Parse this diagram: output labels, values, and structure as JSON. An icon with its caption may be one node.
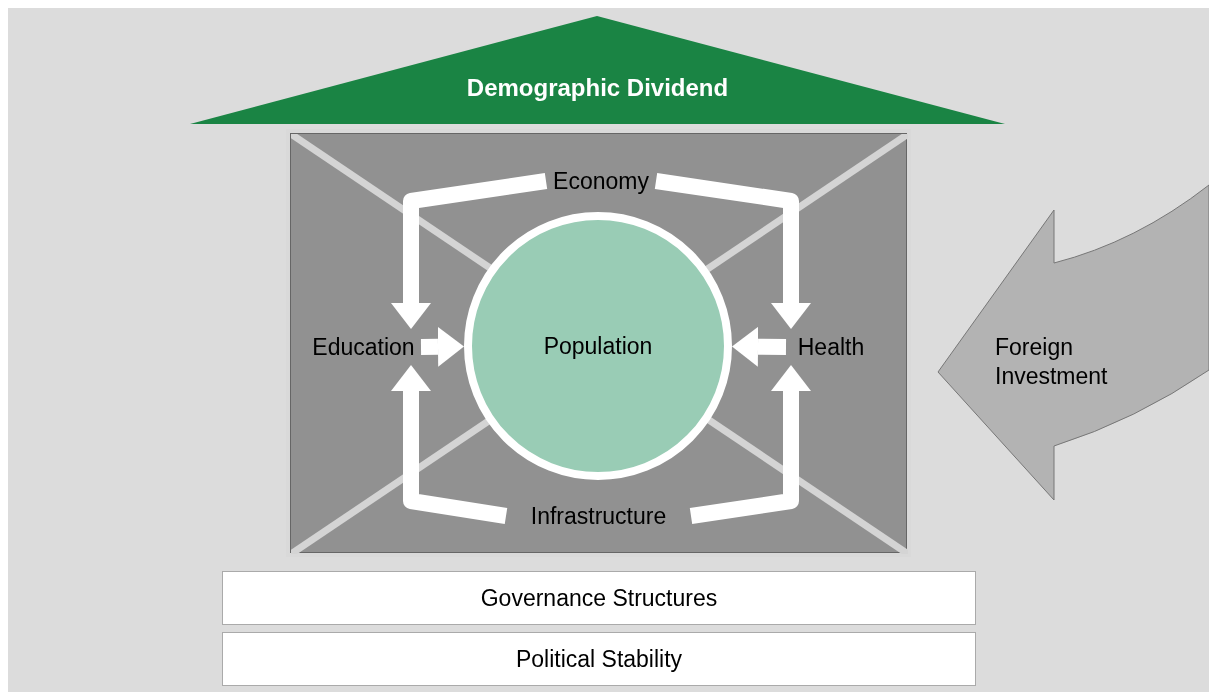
{
  "diagram": {
    "nodes": [
      {
        "text": [
          "Demographic Dividend"
        ]
      },
      {
        "text": [],
        "shape": "box"
      },
      {
        "text": [
          "Economy"
        ],
        "in": 1
      },
      {
        "text": [
          "Education"
        ],
        "in": 1
      },
      {
        "text": [
          "Population"
        ],
        "in": 1
      },
      {
        "text": [
          "Health"
        ],
        "in": 1
      },
      {
        "text": [
          "Infrastructure"
        ],
        "in": 1
      },
      {
        "text": [
          "Foreign Investment"
        ]
      },
      {
        "text": [
          "Governance Structures"
        ]
      },
      {
        "text": [
          "Political Stability"
        ]
      }
    ],
    "edges": [
      {
        "from": 2,
        "to": 3,
        "arrow": "to"
      },
      {
        "from": 2,
        "to": 5,
        "arrow": "to"
      },
      {
        "from": 6,
        "to": 3,
        "arrow": "to"
      },
      {
        "from": 6,
        "to": 5,
        "arrow": "to"
      },
      {
        "from": 3,
        "to": 4,
        "arrow": "to"
      },
      {
        "from": 5,
        "to": 4,
        "arrow": "to"
      }
    ]
  }
}
